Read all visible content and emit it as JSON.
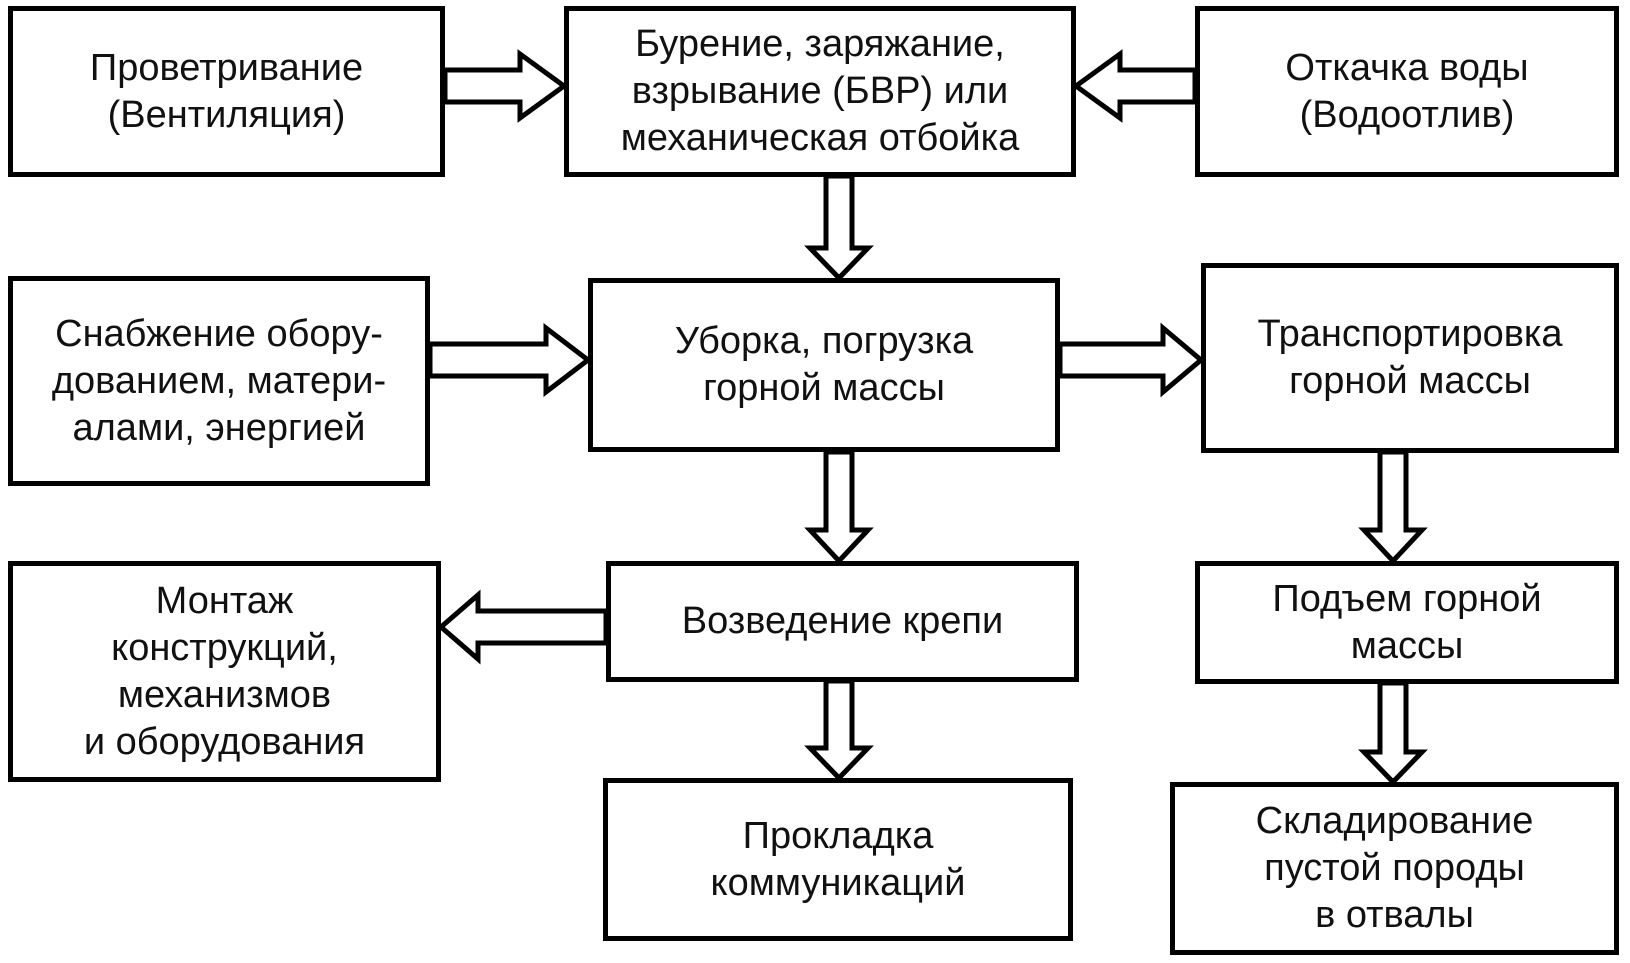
{
  "diagram": {
    "nodes": {
      "ventilation": "Проветривание\n(Вентиляция)",
      "drilling": "Бурение, заряжание,\nвзрывание (БВР) или\nмеханическая отбойка",
      "pumping": "Откачка воды\n(Водоотлив)",
      "supply": "Снабжение обору-\nдованием, матери-\nалами, энергией",
      "loading": "Уборка, погрузка\nгорной массы",
      "transport": "Транспортировка\nгорной массы",
      "mounting": "Монтаж\nконструкций,\nмеханизмов\nи оборудования",
      "support": "Возведение крепи",
      "lifting": "Подъем горной\nмассы",
      "communications": "Прокладка\nкоммуникаций",
      "storage": "Складирование\nпустой породы\nв отвалы"
    },
    "edges": [
      {
        "from": "ventilation",
        "to": "drilling"
      },
      {
        "from": "pumping",
        "to": "drilling"
      },
      {
        "from": "drilling",
        "to": "loading"
      },
      {
        "from": "supply",
        "to": "loading"
      },
      {
        "from": "loading",
        "to": "transport"
      },
      {
        "from": "loading",
        "to": "support"
      },
      {
        "from": "support",
        "to": "mounting"
      },
      {
        "from": "support",
        "to": "communications"
      },
      {
        "from": "transport",
        "to": "lifting"
      },
      {
        "from": "lifting",
        "to": "storage"
      }
    ],
    "colors": {
      "stroke": "#000000",
      "fill": "#ffffff",
      "text": "#111111"
    }
  }
}
